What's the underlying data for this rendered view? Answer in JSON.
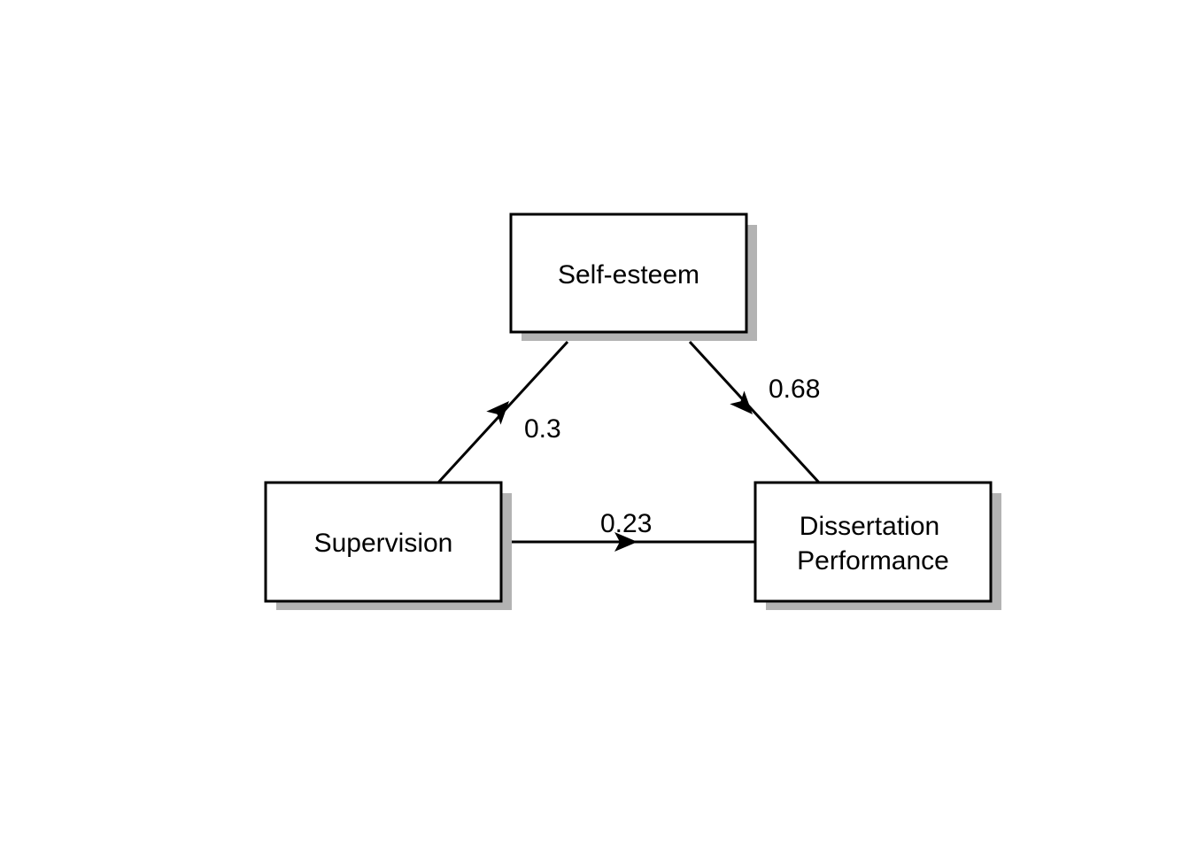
{
  "nodes": {
    "mediator": {
      "label": "Self-esteem"
    },
    "predictor": {
      "label": "Supervision"
    },
    "outcome": {
      "label_line1": "Dissertation",
      "label_line2": "Performance"
    }
  },
  "paths": {
    "a": {
      "from": "Supervision",
      "to": "Self-esteem",
      "coefficient": "0.3"
    },
    "b": {
      "from": "Self-esteem",
      "to": "Dissertation Performance",
      "coefficient": "0.68"
    },
    "c": {
      "from": "Supervision",
      "to": "Dissertation Performance",
      "coefficient": "0.23"
    }
  },
  "colors": {
    "stroke": "#000000",
    "box_fill": "#ffffff",
    "shadow": "#b3b3b3"
  }
}
